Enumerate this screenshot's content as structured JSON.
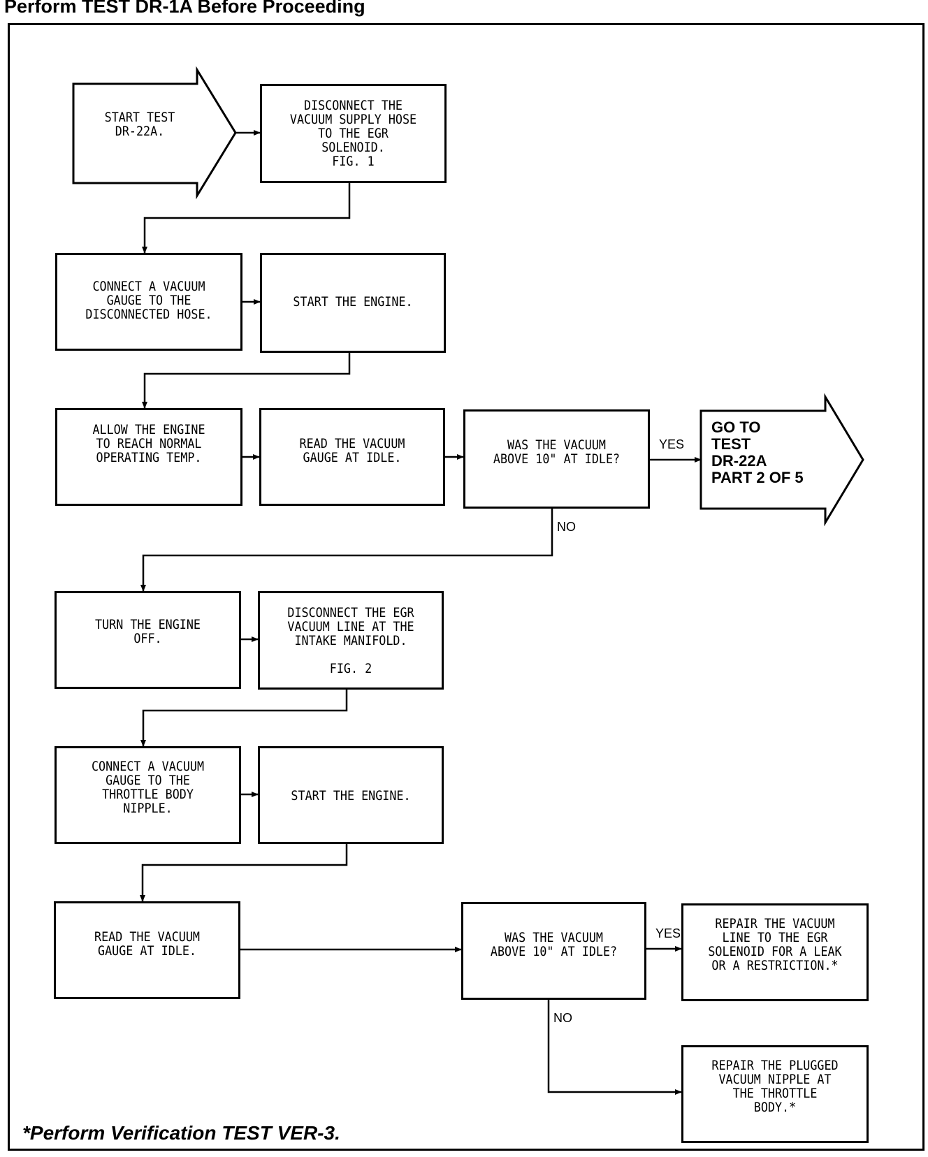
{
  "header_note": "Perform TEST DR-1A Before Proceeding",
  "footer_note": "*Perform Verification TEST VER-3.",
  "start_arrow": {
    "text": "START TEST\nDR-22A."
  },
  "go_to_arrow": {
    "text": "GO TO\nTEST\nDR-22A\nPART 2 OF 5"
  },
  "steps": {
    "disconnect_supply_hose": "DISCONNECT THE\nVACUUM SUPPLY HOSE\nTO THE EGR\nSOLENOID.\nFIG. 1",
    "connect_gauge_hose": "CONNECT A VACUUM\nGAUGE TO THE\nDISCONNECTED HOSE.",
    "start_engine_1": "START THE ENGINE.",
    "allow_warmup": "ALLOW THE ENGINE\nTO REACH NORMAL\nOPERATING TEMP.",
    "read_gauge_1": "READ THE VACUUM\nGAUGE AT IDLE.",
    "decision_1": "WAS THE VACUUM\nABOVE 10\" AT IDLE?",
    "turn_engine_off": "TURN THE ENGINE\nOFF.",
    "disconnect_egr_line": "DISCONNECT THE EGR\nVACUUM LINE AT THE\nINTAKE MANIFOLD.\n\nFIG. 2",
    "connect_gauge_nipple": "CONNECT A VACUUM\nGAUGE TO THE\nTHROTTLE BODY\nNIPPLE.",
    "start_engine_2": "START THE ENGINE.",
    "read_gauge_2": "READ THE VACUUM\nGAUGE AT IDLE.",
    "decision_2": "WAS THE VACUUM\nABOVE 10\" AT IDLE?",
    "repair_line": "REPAIR THE VACUUM\nLINE TO THE EGR\nSOLENOID FOR A LEAK\nOR A RESTRICTION.*",
    "repair_nipple": "REPAIR THE PLUGGED\nVACUUM NIPPLE AT\nTHE THROTTLE\nBODY.*"
  },
  "branch_labels": {
    "yes_1": "YES",
    "no_1": "NO",
    "yes_2": "YES",
    "no_2": "NO"
  }
}
